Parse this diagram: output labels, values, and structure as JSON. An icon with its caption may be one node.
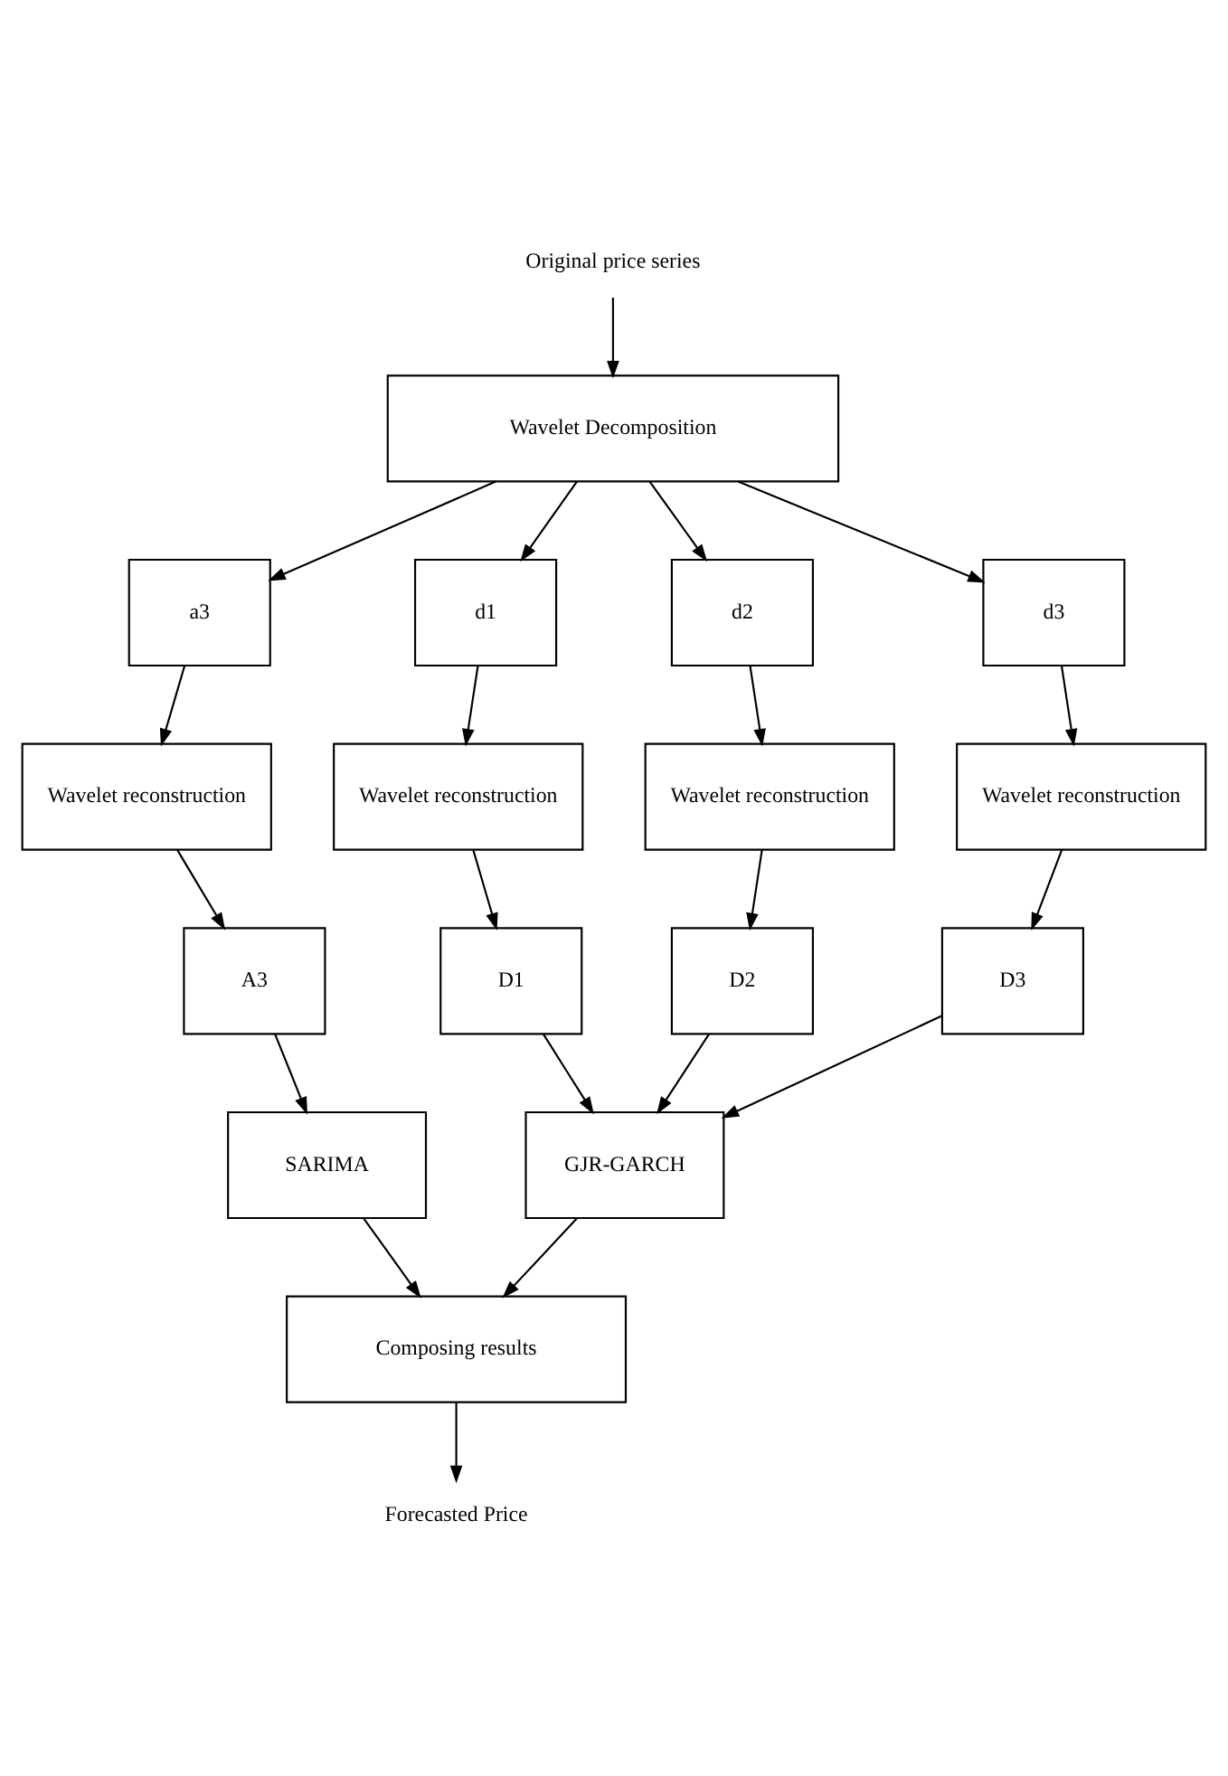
{
  "diagram": {
    "nodes": [
      {
        "text": [
          "Original price series"
        ]
      },
      {
        "text": [
          "Wavelet Decomposition"
        ]
      },
      {
        "text": [
          "a3"
        ]
      },
      {
        "text": [
          "d1"
        ]
      },
      {
        "text": [
          "d2"
        ]
      },
      {
        "text": [
          "d3"
        ]
      },
      {
        "text": [
          "Wavelet reconstruction"
        ]
      },
      {
        "text": [
          "Wavelet reconstruction"
        ]
      },
      {
        "text": [
          "Wavelet reconstruction"
        ]
      },
      {
        "text": [
          "Wavelet reconstruction"
        ]
      },
      {
        "text": [
          "A3"
        ]
      },
      {
        "text": [
          "D1"
        ]
      },
      {
        "text": [
          "D2"
        ]
      },
      {
        "text": [
          "D3"
        ]
      },
      {
        "text": [
          "SARIMA"
        ]
      },
      {
        "text": [
          "GJR-GARCH"
        ]
      },
      {
        "text": [
          "Composing results"
        ]
      },
      {
        "text": [
          "Forecasted Price"
        ]
      }
    ],
    "edges": [
      {
        "from": 0,
        "to": 1,
        "arrow": "to"
      },
      {
        "from": 1,
        "to": 2,
        "arrow": "to"
      },
      {
        "from": 1,
        "to": 3,
        "arrow": "to"
      },
      {
        "from": 1,
        "to": 4,
        "arrow": "to"
      },
      {
        "from": 1,
        "to": 5,
        "arrow": "to"
      },
      {
        "from": 2,
        "to": 6,
        "arrow": "to"
      },
      {
        "from": 3,
        "to": 7,
        "arrow": "to"
      },
      {
        "from": 4,
        "to": 8,
        "arrow": "to"
      },
      {
        "from": 5,
        "to": 9,
        "arrow": "to"
      },
      {
        "from": 6,
        "to": 10,
        "arrow": "to"
      },
      {
        "from": 7,
        "to": 11,
        "arrow": "to"
      },
      {
        "from": 8,
        "to": 12,
        "arrow": "to"
      },
      {
        "from": 9,
        "to": 13,
        "arrow": "to"
      },
      {
        "from": 10,
        "to": 14,
        "arrow": "to"
      },
      {
        "from": 11,
        "to": 15,
        "arrow": "to"
      },
      {
        "from": 12,
        "to": 15,
        "arrow": "to"
      },
      {
        "from": 13,
        "to": 15,
        "arrow": "to"
      },
      {
        "from": 14,
        "to": 16,
        "arrow": "to"
      },
      {
        "from": 15,
        "to": 16,
        "arrow": "to"
      },
      {
        "from": 16,
        "to": 17,
        "arrow": "to"
      }
    ]
  }
}
